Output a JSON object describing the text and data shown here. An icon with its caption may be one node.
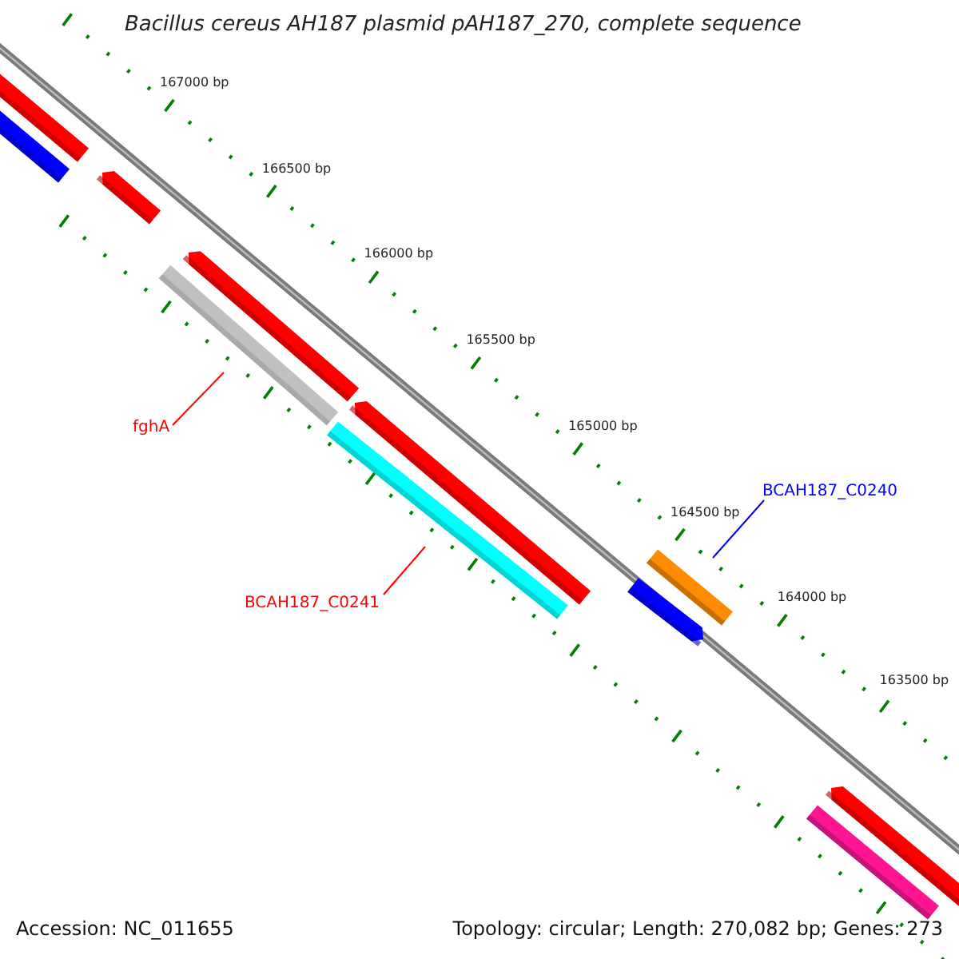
{
  "diagram": {
    "title": "Bacillus cereus AH187 plasmid pAH187_270, complete sequence",
    "nodes": [
      {
        "text": [],
        "shape": "bar"
      },
      {
        "text": [],
        "shape": "bar"
      },
      {
        "text": [],
        "shape": "bar"
      },
      {
        "text": [],
        "shape": "bar"
      },
      {
        "text": [],
        "shape": "bar"
      },
      {
        "text": [
          "fghA"
        ]
      },
      {
        "text": [],
        "shape": "bar"
      },
      {
        "text": [],
        "shape": "bar"
      },
      {
        "text": [
          "BCAH187_C0241"
        ]
      },
      {
        "text": [
          "BCAH187_C0240"
        ]
      },
      {
        "text": [],
        "shape": "bar"
      },
      {
        "text": [],
        "shape": "bar"
      },
      {
        "text": [],
        "shape": "bar"
      },
      {
        "text": [],
        "shape": "bar"
      }
    ],
    "edges": [
      {
        "from": 5,
        "to": 4,
        "arrow": "none",
        "color": "#ff0000"
      },
      {
        "from": 8,
        "to": 7,
        "arrow": "none",
        "color": "#ff0000"
      },
      {
        "from": 9,
        "to": 10,
        "arrow": "none",
        "color": "#0000ff"
      }
    ],
    "labels": [
      "167000 bp",
      "166500 bp",
      "166000 bp",
      "165500 bp",
      "165000 bp",
      "164500 bp",
      "164000 bp",
      "163500 bp",
      "Accession: NC_011655",
      "Topology: circular; Length: 270,082 bp; Genes: 273"
    ]
  }
}
